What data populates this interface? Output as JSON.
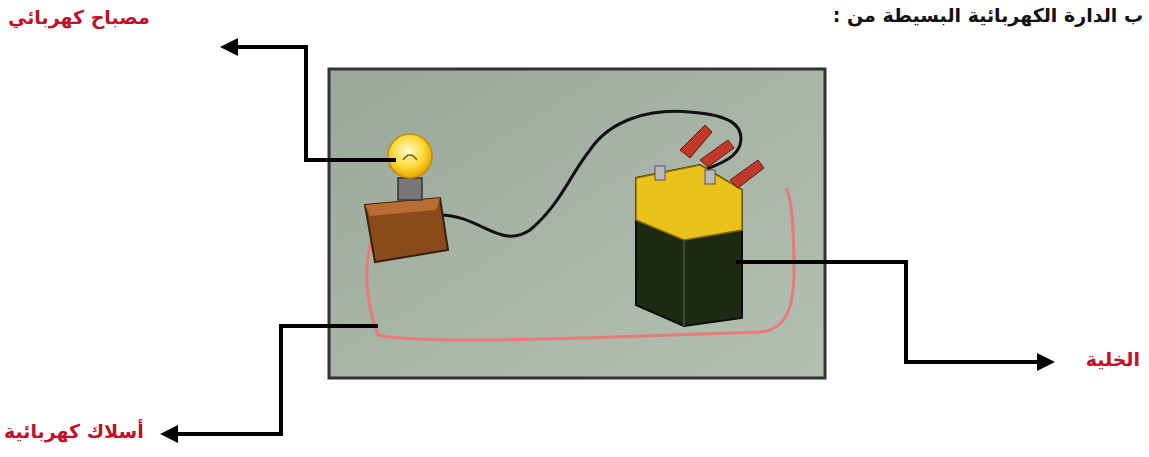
{
  "diagram": {
    "title": "ب الدارة الكهربائية البسيطة من :",
    "labels": [
      "مصباح كهربائي",
      "الخلية",
      "أسلاك كهربائية"
    ]
  }
}
